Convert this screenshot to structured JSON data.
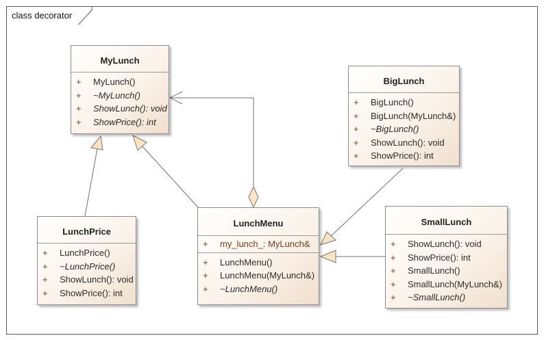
{
  "diagram": {
    "frame_label": "class decorator",
    "classes": [
      {
        "id": "MyLunch",
        "name": "MyLunch",
        "attributes": [],
        "operations": [
          {
            "visibility": "+",
            "text": "MyLunch()",
            "abstract": false
          },
          {
            "visibility": "+",
            "text": "~MyLunch()",
            "abstract": true
          },
          {
            "visibility": "+",
            "text": "ShowLunch(): void",
            "abstract": true
          },
          {
            "visibility": "+",
            "text": "ShowPrice(): int",
            "abstract": true
          }
        ]
      },
      {
        "id": "BigLunch",
        "name": "BigLunch",
        "attributes": [],
        "operations": [
          {
            "visibility": "+",
            "text": "BigLunch()",
            "abstract": false
          },
          {
            "visibility": "+",
            "text": "BigLunch(MyLunch&)",
            "abstract": false
          },
          {
            "visibility": "+",
            "text": "~BigLunch()",
            "abstract": true
          },
          {
            "visibility": "+",
            "text": "ShowLunch(): void",
            "abstract": false
          },
          {
            "visibility": "+",
            "text": "ShowPrice(): int",
            "abstract": false
          }
        ]
      },
      {
        "id": "LunchPrice",
        "name": "LunchPrice",
        "attributes": [],
        "operations": [
          {
            "visibility": "+",
            "text": "LunchPrice()",
            "abstract": false
          },
          {
            "visibility": "+",
            "text": "~LunchPrice()",
            "abstract": true
          },
          {
            "visibility": "+",
            "text": "ShowLunch(): void",
            "abstract": false
          },
          {
            "visibility": "+",
            "text": "ShowPrice(): int",
            "abstract": false
          }
        ]
      },
      {
        "id": "LunchMenu",
        "name": "LunchMenu",
        "attributes": [
          {
            "visibility": "+",
            "text": "my_lunch_: MyLunch&"
          }
        ],
        "operations": [
          {
            "visibility": "+",
            "text": "LunchMenu()",
            "abstract": false
          },
          {
            "visibility": "+",
            "text": "LunchMenu(MyLunch&)",
            "abstract": false
          },
          {
            "visibility": "+",
            "text": "~LunchMenu()",
            "abstract": true
          }
        ]
      },
      {
        "id": "SmallLunch",
        "name": "SmallLunch",
        "attributes": [],
        "operations": [
          {
            "visibility": "+",
            "text": "ShowLunch(): void",
            "abstract": false
          },
          {
            "visibility": "+",
            "text": "ShowPrice(): int",
            "abstract": false
          },
          {
            "visibility": "+",
            "text": "SmallLunch()",
            "abstract": false
          },
          {
            "visibility": "+",
            "text": "SmallLunch(MyLunch&)",
            "abstract": false
          },
          {
            "visibility": "+",
            "text": "~SmallLunch()",
            "abstract": true
          }
        ]
      }
    ],
    "relationships": [
      {
        "type": "generalization",
        "from": "LunchPrice",
        "to": "MyLunch"
      },
      {
        "type": "generalization",
        "from": "LunchMenu",
        "to": "MyLunch"
      },
      {
        "type": "aggregation",
        "from": "LunchMenu",
        "to": "MyLunch"
      },
      {
        "type": "generalization",
        "from": "BigLunch",
        "to": "LunchMenu"
      },
      {
        "type": "generalization",
        "from": "SmallLunch",
        "to": "LunchMenu"
      }
    ],
    "colors": {
      "class_fill_light": "#ffffff",
      "class_fill_dark": "#f1dfcd",
      "arrowhead_fill": "#fbe3c4",
      "line": "#6e6e6e",
      "attribute_text": "#7a3a1a"
    }
  }
}
